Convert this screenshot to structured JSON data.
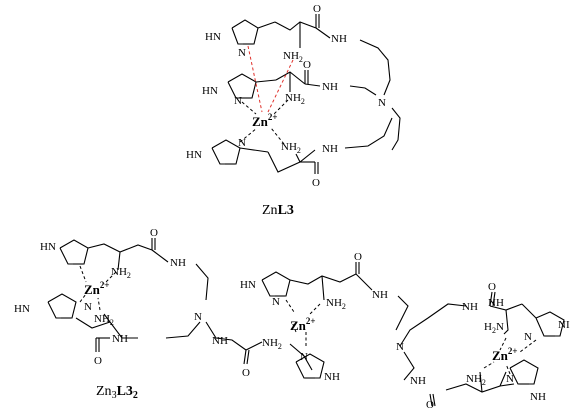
{
  "labels": {
    "nh": "NH",
    "hn": "HN",
    "n": "N",
    "o": "O",
    "nh2": "NH",
    "nh2_sub": "2",
    "h2n_prefix": "H",
    "h2n_sub": "2",
    "h2n_n": "N",
    "zn": "Zn",
    "zn_charge": "2+",
    "nh_cut": "NI"
  },
  "captions": {
    "top_prefix": "Zn",
    "top_ligand": "L3",
    "bottom_prefix": "Zn",
    "bottom_sub": "3",
    "bottom_ligand": "L3",
    "bottom_ligand_sub": "2"
  }
}
